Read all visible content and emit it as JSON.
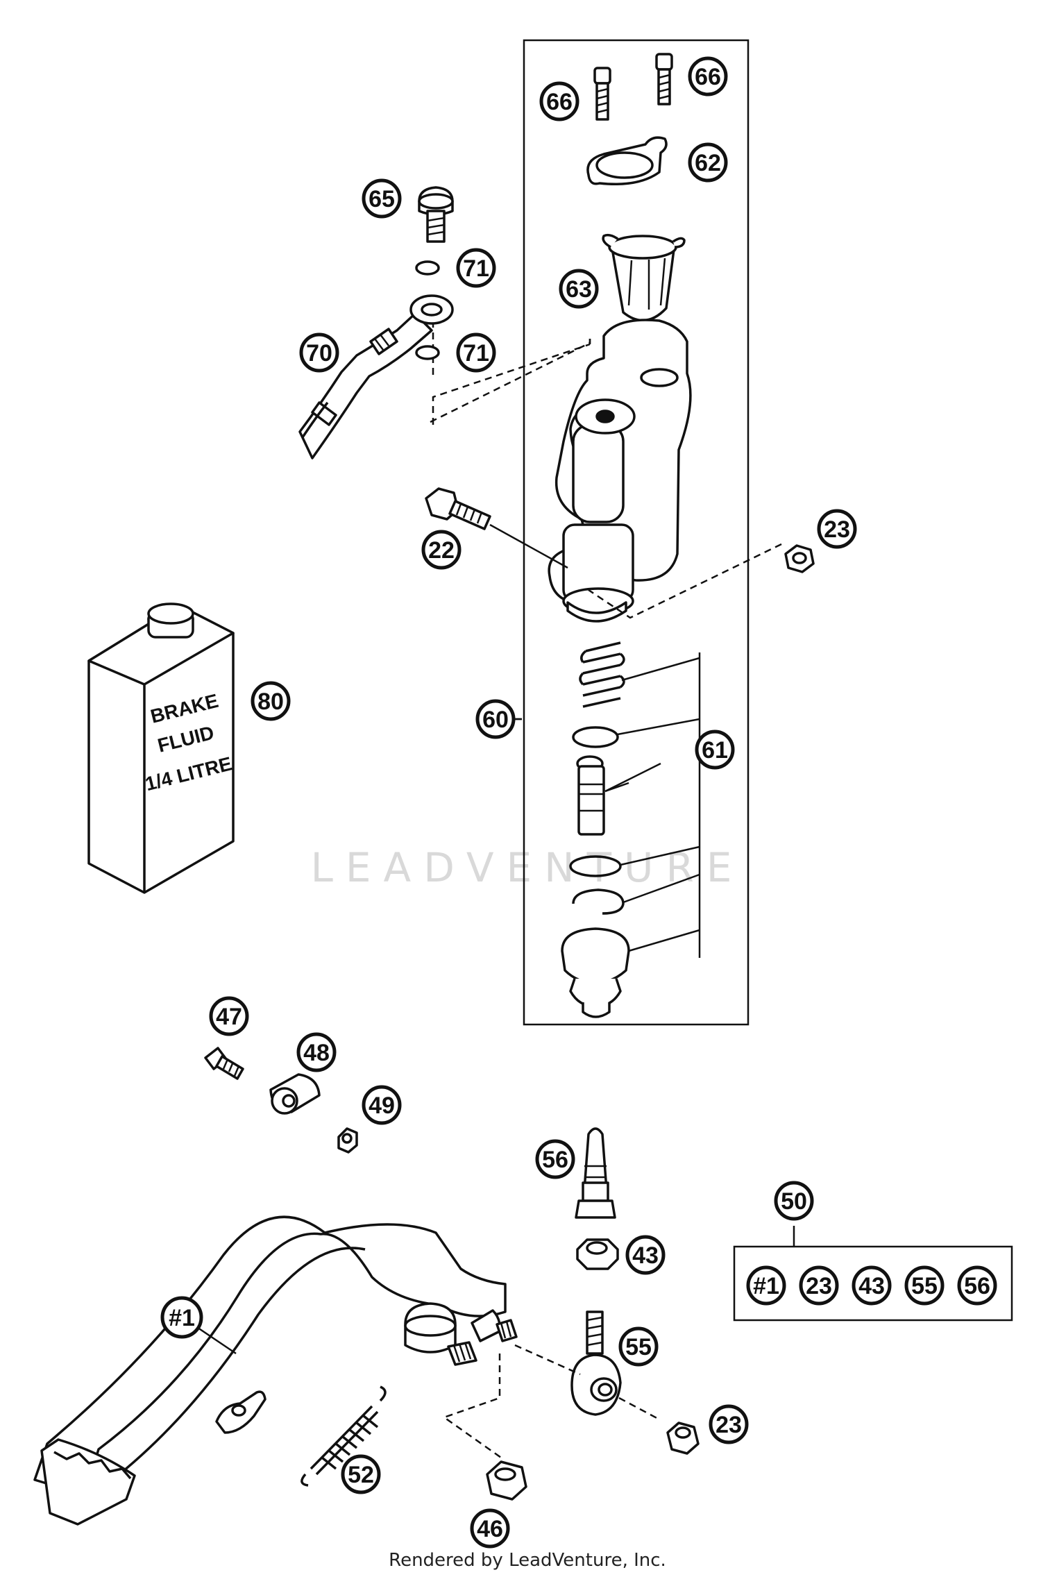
{
  "callouts": {
    "c66a": "66",
    "c66b": "66",
    "c62": "62",
    "c65": "65",
    "c71a": "71",
    "c71b": "71",
    "c63": "63",
    "c70": "70",
    "c22": "22",
    "c23a": "23",
    "c80": "80",
    "c60": "60",
    "c61": "61",
    "c47": "47",
    "c48": "48",
    "c49": "49",
    "c56": "56",
    "c50": "50",
    "c43": "43",
    "c1": "#1",
    "c55": "55",
    "c23b": "23",
    "c52": "52",
    "c46": "46"
  },
  "kit_box": {
    "items": [
      "#1",
      "23",
      "43",
      "55",
      "56"
    ]
  },
  "fluid_can": {
    "line1": "BRAKE",
    "line2": "FLUID",
    "line3": "1/4 LITRE"
  },
  "watermark": "LEADVENTURE",
  "footer": "Rendered by LeadVenture, Inc."
}
